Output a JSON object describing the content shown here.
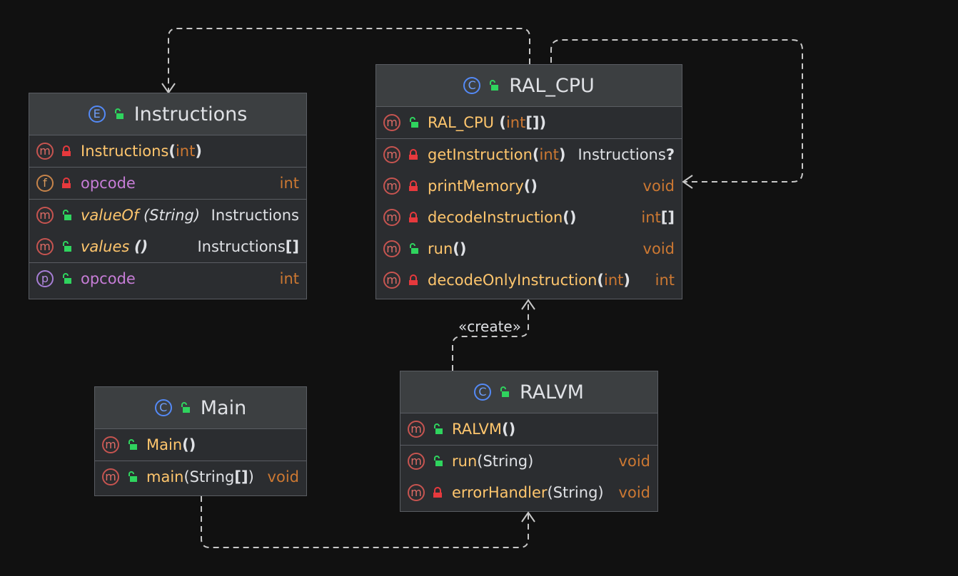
{
  "colors": {
    "background": "#111111",
    "box_fill": "#2b2d30",
    "header_fill": "#3c3f41",
    "border": "#5a5d63",
    "method_name": "#ffc66d",
    "field_name": "#c77dd7",
    "keyword_type": "#cc7832",
    "text": "#dfe1e5",
    "public_lock": "#2fd45e",
    "private_lock": "#e6393d",
    "connector": "#c8c8c8"
  },
  "relationship_label": "«create»",
  "classes": {
    "instructions": {
      "kind_badge": "E",
      "name": "Instructions",
      "constructor": {
        "badge": "m",
        "name": "Instructions",
        "open": "(",
        "param": "int",
        "close": ")"
      },
      "field": {
        "badge": "f",
        "name": "opcode",
        "type": "int"
      },
      "value_of": {
        "badge": "m",
        "name": "valueOf",
        "params": "(String)",
        "type": "Instructions"
      },
      "values": {
        "badge": "m",
        "name": "values",
        "params": "()",
        "type_name": "Instructions",
        "type_brackets": "[]"
      },
      "property": {
        "badge": "p",
        "name": "opcode",
        "type": "int"
      }
    },
    "ral_cpu": {
      "kind_badge": "C",
      "name": "RAL_CPU",
      "constructor": {
        "badge": "m",
        "name": "RAL_CPU",
        "open": " (",
        "param": "int",
        "close": "[])"
      },
      "get_instruction": {
        "badge": "m",
        "name": "getInstruction",
        "open": "(",
        "param": "int",
        "close": ")",
        "type_name": "Instructions",
        "type_suffix": "?"
      },
      "print_memory": {
        "badge": "m",
        "name": "printMemory",
        "params": "()",
        "type": "void"
      },
      "decode_instruction": {
        "badge": "m",
        "name": "decodeInstruction",
        "params": "()",
        "type_name": "int",
        "type_brackets": "[]"
      },
      "run": {
        "badge": "m",
        "name": "run",
        "params": "()",
        "type": "void"
      },
      "decode_only_instruction": {
        "badge": "m",
        "name": "decodeOnlyInstruction",
        "open": "(",
        "param": "int",
        "close": ")",
        "type": "int"
      }
    },
    "main": {
      "kind_badge": "C",
      "name": "Main",
      "constructor": {
        "badge": "m",
        "name": "Main",
        "params": "()"
      },
      "main_method": {
        "badge": "m",
        "name": "main",
        "open": "(String",
        "brackets": "[]",
        "close": ")",
        "type": "void"
      }
    },
    "ralvm": {
      "kind_badge": "C",
      "name": "RALVM",
      "constructor": {
        "badge": "m",
        "name": "RALVM",
        "params": "()"
      },
      "run": {
        "badge": "m",
        "name": "run",
        "params": "(String)",
        "type": "void"
      },
      "error_handler": {
        "badge": "m",
        "name": "errorHandler",
        "params": "(String)",
        "type": "void"
      }
    }
  }
}
